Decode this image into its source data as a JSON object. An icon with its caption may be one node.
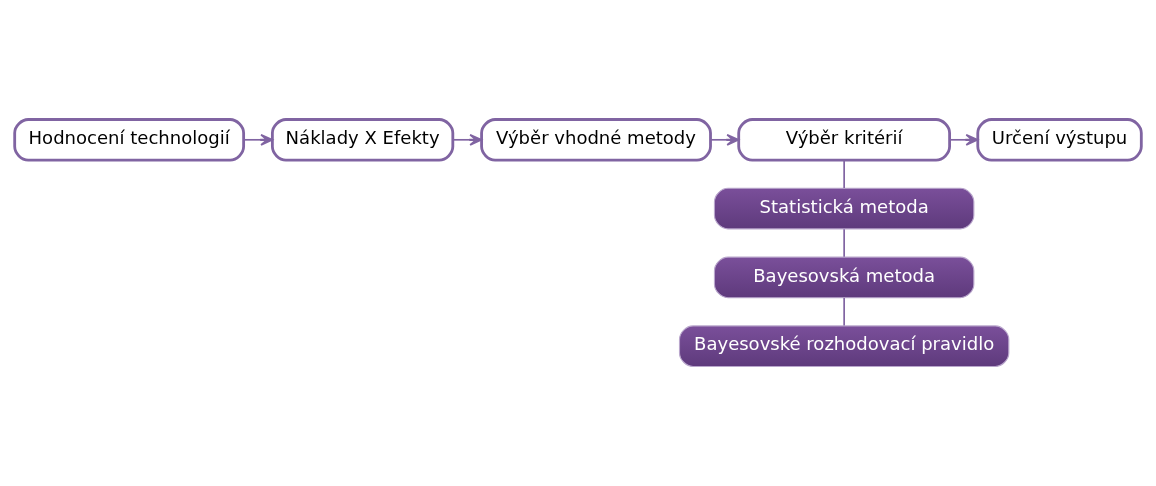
{
  "diagram": {
    "nodes": [
      {
        "text": [
          "Hodnocení technologií"
        ]
      },
      {
        "text": [
          "Náklady X Efekty"
        ]
      },
      {
        "text": [
          "Výběr vhodné metody"
        ]
      },
      {
        "text": [
          "Výběr kritérií"
        ]
      },
      {
        "text": [
          "Určení výstupu"
        ]
      },
      {
        "text": [
          "Statistická metoda"
        ]
      },
      {
        "text": [
          "Bayesovská metoda"
        ]
      },
      {
        "text": [
          "Bayesovské rozhodovací pravidlo"
        ]
      }
    ],
    "edges": [
      {
        "from": 0,
        "to": 1,
        "arrow": "to"
      },
      {
        "from": 1,
        "to": 2,
        "arrow": "to"
      },
      {
        "from": 2,
        "to": 3,
        "arrow": "to"
      },
      {
        "from": 3,
        "to": 4,
        "arrow": "to"
      },
      {
        "from": 3,
        "to": 5,
        "arrow": "none"
      },
      {
        "from": 5,
        "to": 6,
        "arrow": "none"
      },
      {
        "from": 6,
        "to": 7,
        "arrow": "none"
      }
    ]
  }
}
